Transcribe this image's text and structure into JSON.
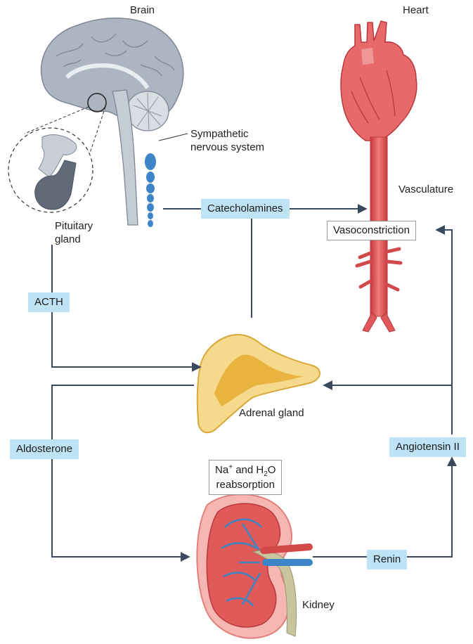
{
  "labels": {
    "brain": "Brain",
    "heart": "Heart",
    "sympathetic": "Sympathetic\nnervous system",
    "pituitary": "Pituitary\ngland",
    "vasculature": "Vasculature",
    "adrenal": "Adrenal gland",
    "kidney": "Kidney"
  },
  "hormones": {
    "catecholamines": "Catecholamines",
    "acth": "ACTH",
    "aldosterone": "Aldosterone",
    "angiotensin": "Angiotensin II",
    "renin": "Renin"
  },
  "effects": {
    "vasoconstriction": "Vasoconstriction",
    "reabsorption_prefix": "Na",
    "reabsorption_sup": "+",
    "reabsorption_mid": " and H",
    "reabsorption_sub": "2",
    "reabsorption_suffix": "O",
    "reabsorption_line2": "reabsorption"
  },
  "colors": {
    "arrow": "#3a4a5e",
    "label_box": "#bde3f5",
    "vessel": "#e0585a",
    "adrenal": "#f0c463",
    "kidney_vein": "#3d85c6"
  }
}
